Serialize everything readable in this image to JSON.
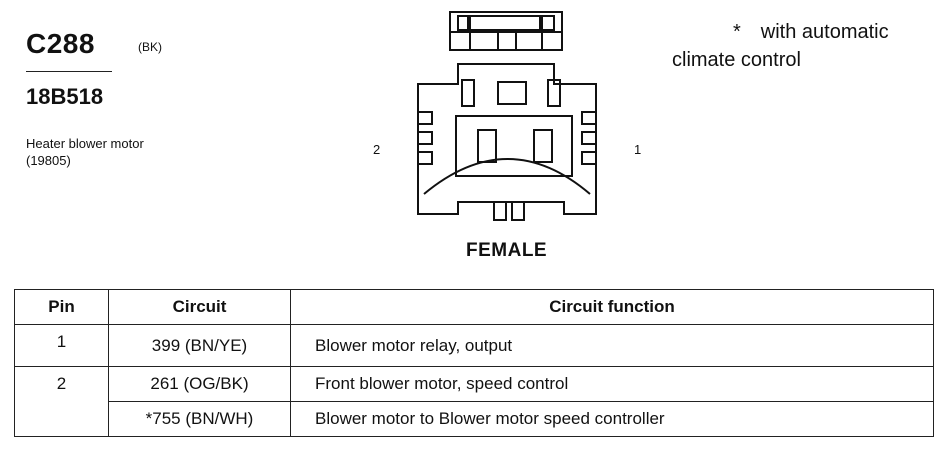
{
  "header": {
    "connector_id": "C288",
    "connector_color": "(BK)",
    "part_number": "18B518",
    "component_name": "Heater blower motor",
    "component_code": "(19805)"
  },
  "note": {
    "marker": "*",
    "text_line1": "with automatic",
    "text_line2": "climate control"
  },
  "connector": {
    "pin_left_label": "2",
    "pin_right_label": "1",
    "gender": "FEMALE"
  },
  "table": {
    "headers": [
      "Pin",
      "Circuit",
      "Circuit function"
    ],
    "rows": [
      {
        "pin": "1",
        "circuit": "399 (BN/YE)",
        "function": "Blower motor relay, output"
      },
      {
        "pin": "2",
        "circuit": "261 (OG/BK)",
        "function": "Front blower motor, speed control"
      },
      {
        "pin": "",
        "circuit": "*755 (BN/WH)",
        "function": "Blower motor to Blower motor speed controller"
      }
    ]
  }
}
